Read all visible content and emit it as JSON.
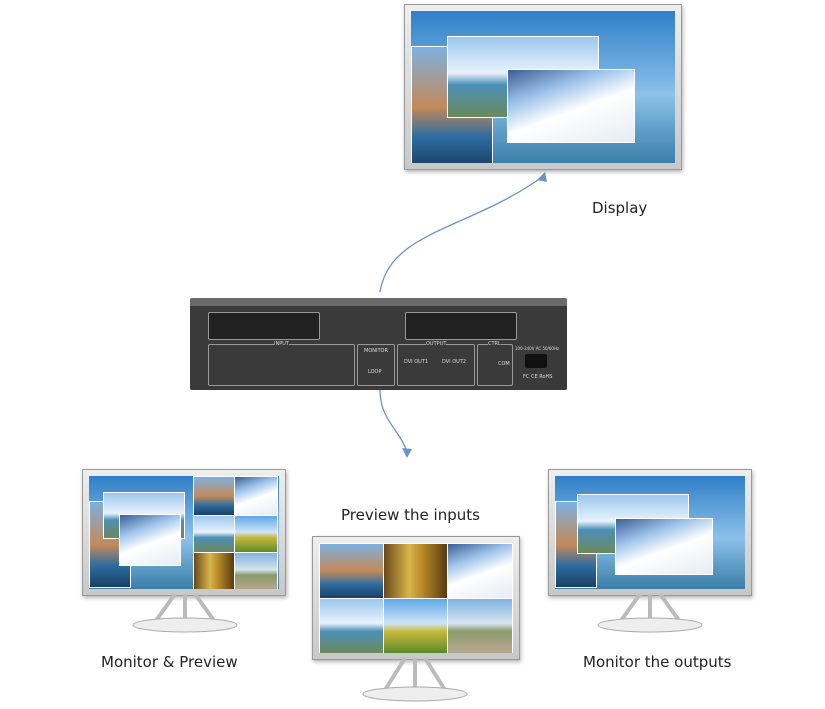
{
  "labels": {
    "display": "Display",
    "monitor_preview": "Monitor & Preview",
    "preview_inputs": "Preview the inputs",
    "monitor_outputs": "Monitor the outputs"
  },
  "device": {
    "input": "INPUT",
    "output": "OUTPUT",
    "monitor": "MONITOR",
    "loop": "LOOP",
    "ctrl": "CTRL",
    "com": "COM",
    "power": "100-240V AC 50/60Hz",
    "cert": "FC CE RoHS",
    "dvi_out1": "DVI OUT1",
    "dvi_out2": "DVI OUT2"
  },
  "colors": {
    "arrow": "#6a93c8",
    "frame": "#c8c8c8"
  }
}
